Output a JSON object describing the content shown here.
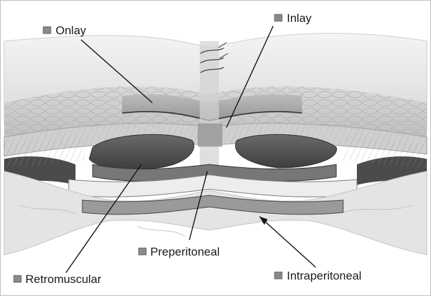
{
  "figure": {
    "labels": {
      "onlay": "Onlay",
      "inlay": "Inlay",
      "preperitoneal": "Preperitoneal",
      "retromuscular": "Retromuscular",
      "intraperitoneal": "Intraperitoneal"
    }
  },
  "colors": {
    "skin": "#e9e9e9",
    "fat": "#c9c9c9",
    "fascia": "#b0b0b0",
    "muscle": "#555555",
    "mesh": "#9e9e9e",
    "peritoneum": "#dedede"
  }
}
